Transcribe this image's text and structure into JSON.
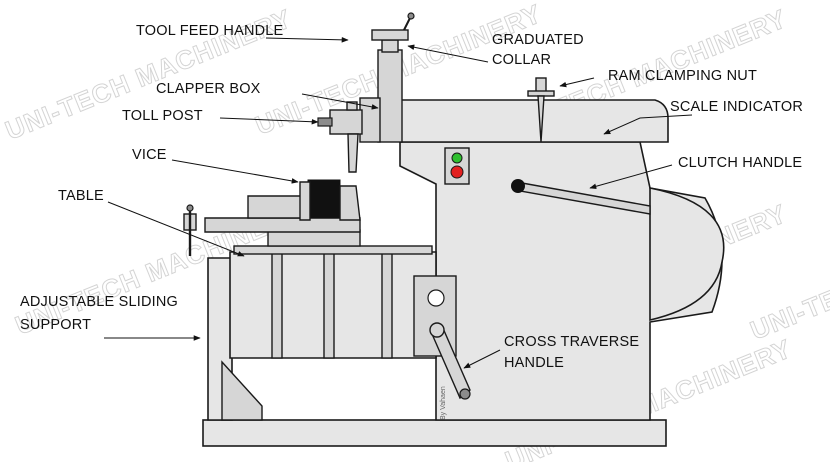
{
  "labels": {
    "tool_feed_handle": "TOOL FEED HANDLE",
    "graduated_1": "GRADUATED",
    "graduated_2": "COLLAR",
    "clapper_box": "CLAPPER BOX",
    "ram_clamping_nut": "RAM CLAMPING NUT",
    "toll_post": "TOLL POST",
    "scale_indicator": "SCALE INDICATOR",
    "vice": "VICE",
    "clutch_handle": "CLUTCH HANDLE",
    "table": "TABLE",
    "adjustable_1": "ADJUSTABLE SLIDING",
    "adjustable_2": "SUPPORT",
    "cross_traverse_1": "CROSS TRAVERSE",
    "cross_traverse_2": "HANDLE"
  },
  "watermark": "UNI-TECH MACHINERY",
  "signature": "By Vahaen",
  "colors": {
    "machine_fill": "#e6e6e6",
    "outline": "#1a1a1a",
    "indicator_green": "#2fbf2f",
    "indicator_red": "#e32020",
    "watermark": "#d4d4d4"
  }
}
